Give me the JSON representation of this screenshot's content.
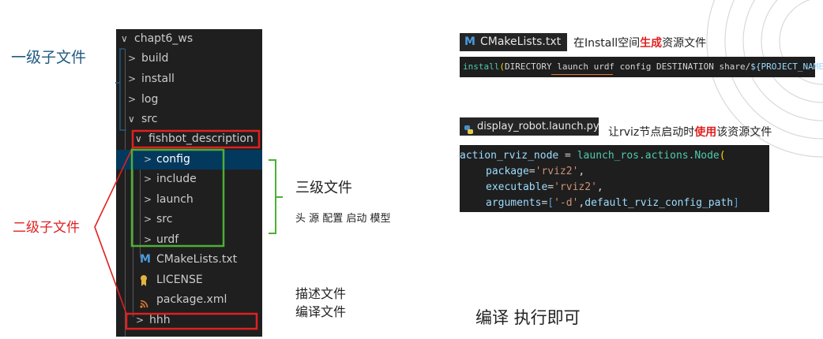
{
  "explorer": {
    "root": "chapt6_ws",
    "top_items": [
      "build",
      "install",
      "log",
      "src"
    ],
    "package": "fishbot_description",
    "package_items": [
      "config",
      "include",
      "launch",
      "src",
      "urdf"
    ],
    "files": [
      {
        "name": "CMakeLists.txt",
        "icon": "M"
      },
      {
        "name": "LICENSE",
        "icon": "license-icon"
      },
      {
        "name": "package.xml",
        "icon": "rss-icon"
      }
    ],
    "last_item": "hhh"
  },
  "annotations": {
    "level1": "一级子文件",
    "level2": "二级子文件",
    "level3": "三级文件",
    "level3_sub": "头 源 配置 启动 模型",
    "describe": "描述文件",
    "compile": "编译文件",
    "run": "编译 执行即可"
  },
  "cmake": {
    "tab_icon": "M",
    "tab_label": "CMakeLists.txt",
    "note_pre": "在Install空间",
    "note_em": "生成",
    "note_post": "资源文件",
    "code_fn": "install",
    "code_args": "DIRECTORY launch urdf config DESTINATION share/",
    "code_var": "${PROJECT_NAME}"
  },
  "launch": {
    "tab_label": "display_robot.launch.py",
    "note_pre": "让rviz节点启动时",
    "note_em": "使用",
    "note_post": "该资源文件",
    "line1_var": "action_rviz_node",
    "line1_eq": " = ",
    "line1_call": "launch_ros.actions.Node",
    "line2_key": "package",
    "line2_val": "'rviz2'",
    "line3_key": "executable",
    "line3_val": "'rviz2'",
    "line4_key": "arguments",
    "line4_s": "'-d'",
    "line4_v": "default_rviz_config_path"
  },
  "colors": {
    "red_box": "#e02020",
    "green_box": "#4caf35",
    "note_blue": "#1f5a82",
    "note_red": "#e02020",
    "em_red": "#e02020"
  }
}
